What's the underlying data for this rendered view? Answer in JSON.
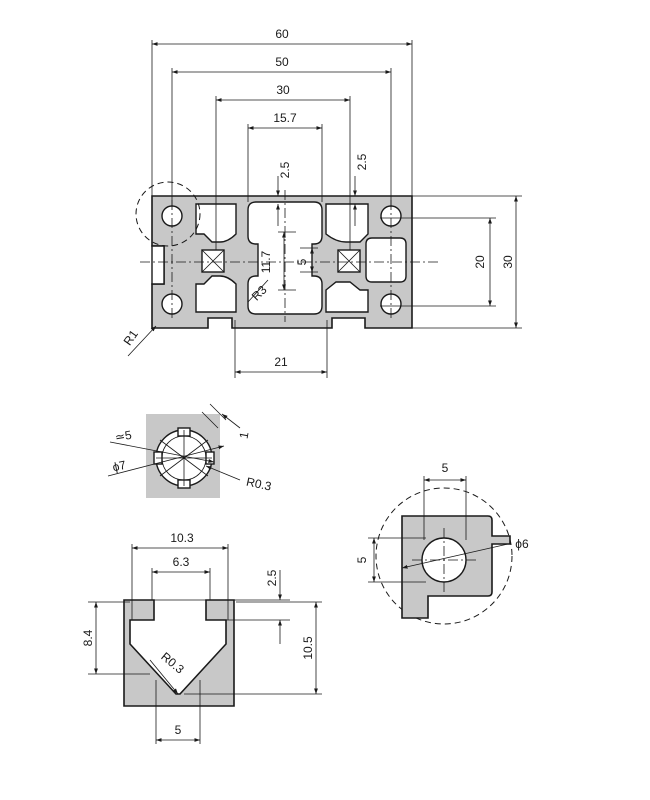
{
  "main_view": {
    "dims": {
      "width_60": "60",
      "width_50": "50",
      "width_30": "30",
      "width_15_7": "15.7",
      "slot_left_2_5": "2.5",
      "slot_right_2_5": "2.5",
      "height_11_7": "11.7",
      "small_5": "5",
      "radius_r3": "R3",
      "height_20": "20",
      "height_30": "30",
      "radius_r1": "R1",
      "width_21": "21"
    }
  },
  "node_detail": {
    "dims": {
      "diam_5": "≃5",
      "diam_7": "ϕ7",
      "wall_1": "1",
      "radius_r0_3": "R0.3"
    }
  },
  "slot_detail": {
    "dims": {
      "width_10_3": "10.3",
      "width_6_3": "6.3",
      "lip_2_5": "2.5",
      "depth_8_4": "8.4",
      "depth_10_5": "10.5",
      "radius_r0_3": "R0.3",
      "bottom_5": "5"
    }
  },
  "corner_detail": {
    "dims": {
      "width_5": "5",
      "height_5": "5",
      "diam_6": "ϕ6"
    }
  }
}
